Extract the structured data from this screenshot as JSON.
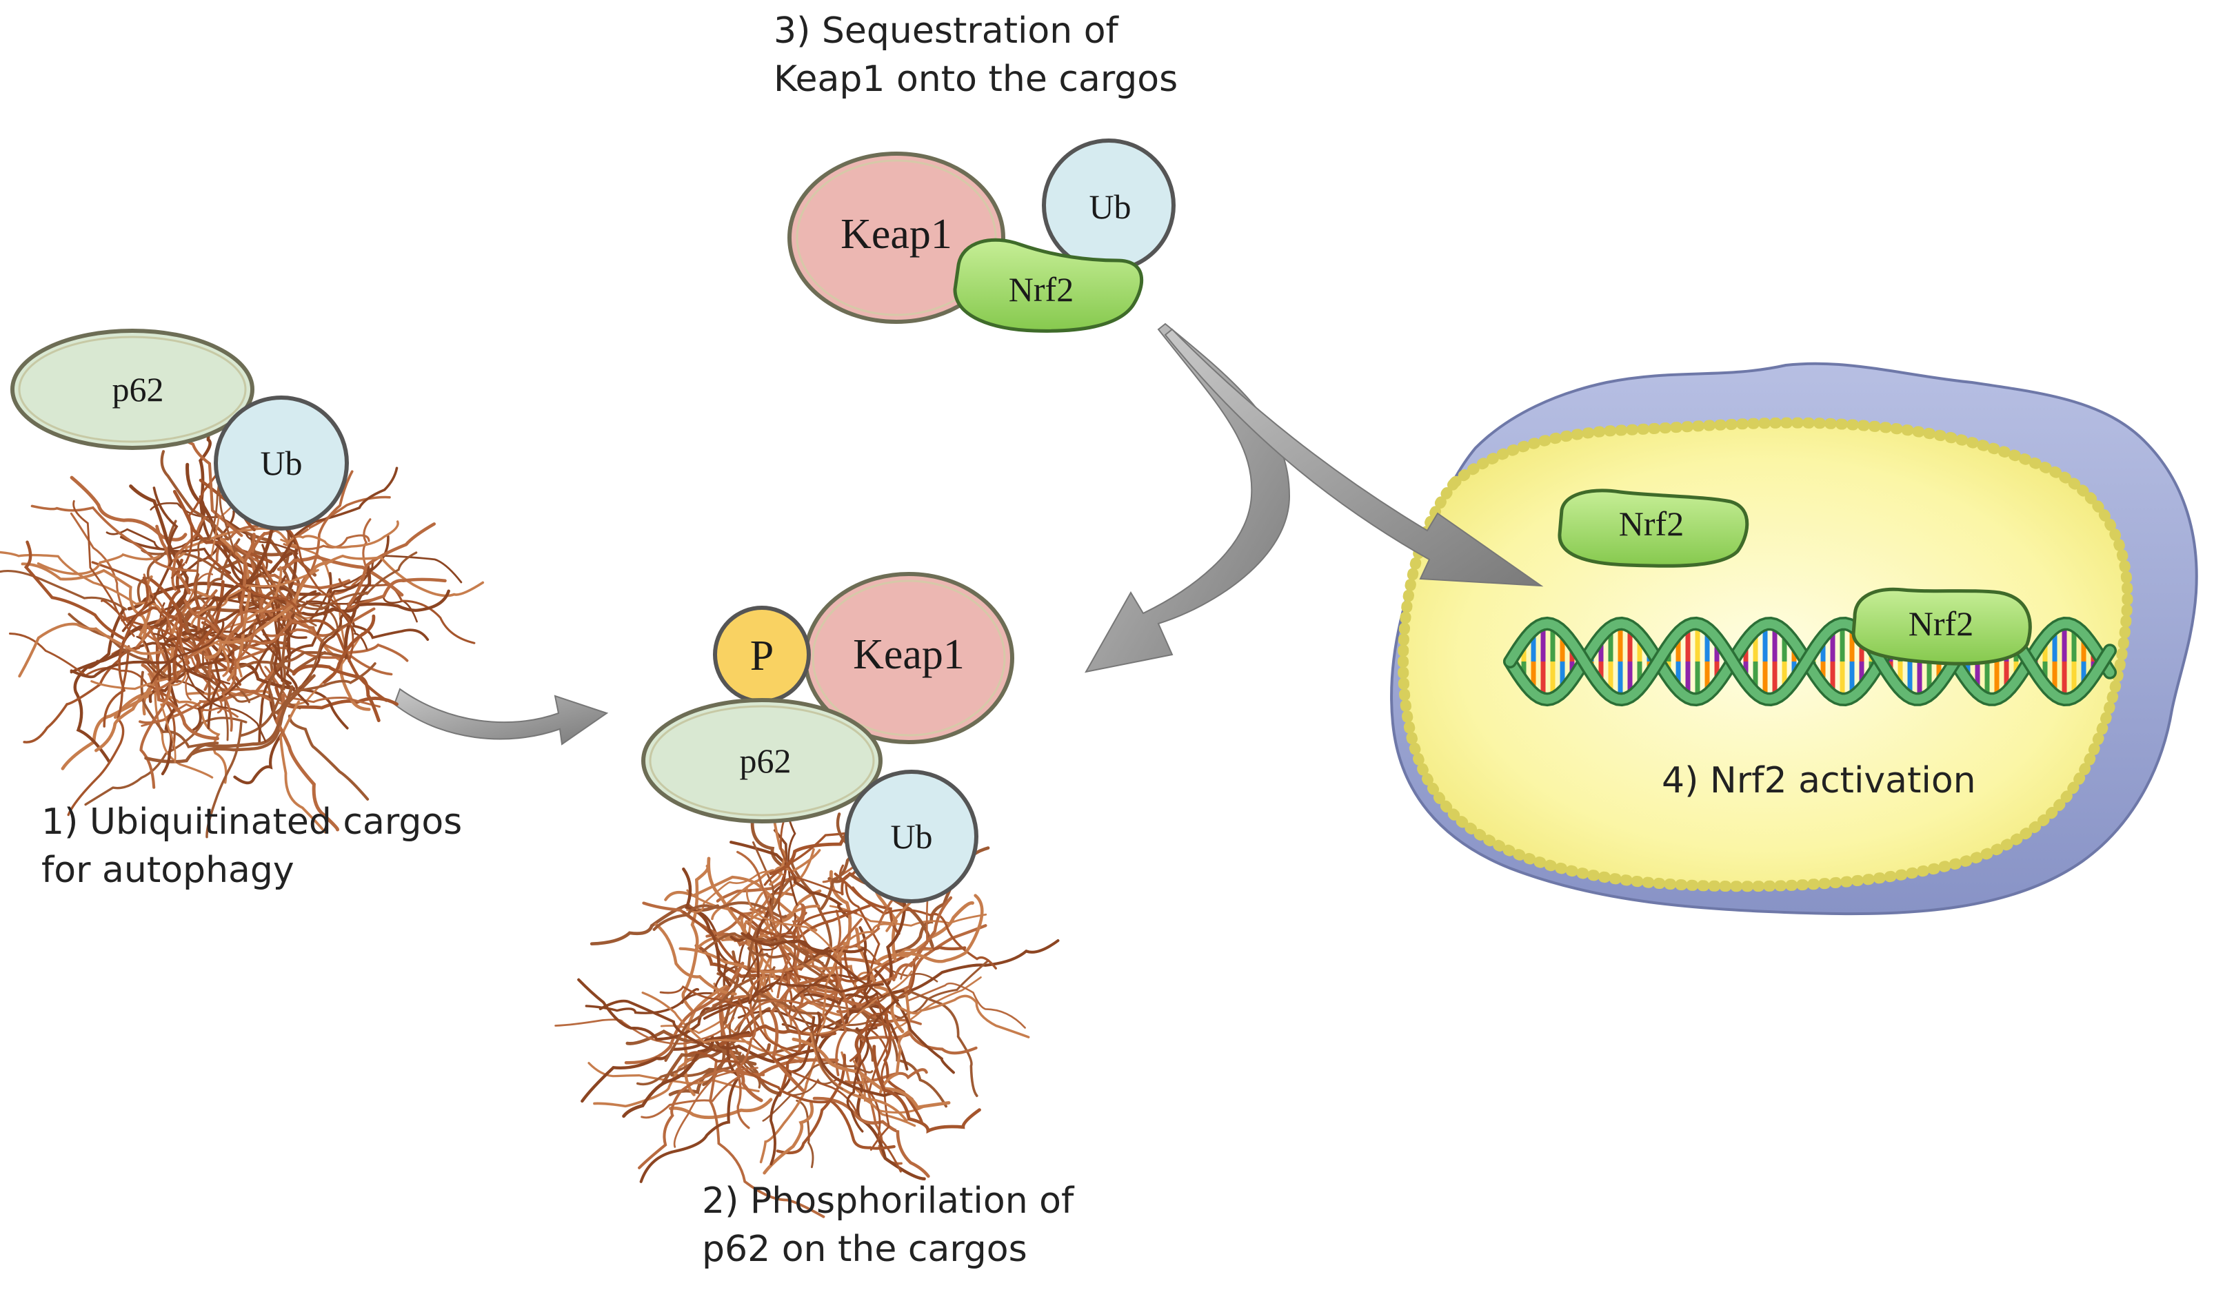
{
  "steps": {
    "step1_line1": "1) Ubiquitinated cargos",
    "step1_line2": "for autophagy",
    "step2_line1": "2) Phosphorilation of",
    "step2_line2": "p62 on the cargos",
    "step3_line1": "3) Sequestration of",
    "step3_line2": "Keap1 onto the cargos",
    "step4": "4) Nrf2 activation"
  },
  "molecules": {
    "p62": "p62",
    "ub": "Ub",
    "keap1": "Keap1",
    "nrf2": "Nrf2",
    "phospho": "P"
  },
  "colors": {
    "p62": "#d9e8d2",
    "ub": "#d6ebf0",
    "keap1": "#ecb7b2",
    "nrf2": "#9ed964",
    "phospho": "#f9d262",
    "cargo": "#b4643a",
    "arrow": "#8a8a8a",
    "cell_membrane": "#9aa6d2",
    "nucleus": "#fbf6a6",
    "dna_backbone": "#3f9a4e"
  }
}
